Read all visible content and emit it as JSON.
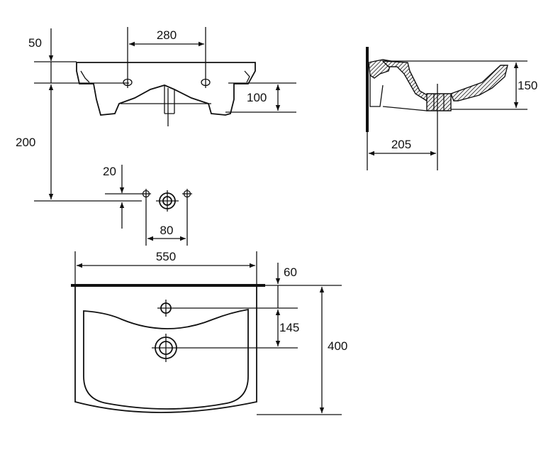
{
  "dimensions": {
    "top_offset": "50",
    "hole_spacing": "280",
    "underside_depth": "100",
    "mount_height": "200",
    "bolt_offset": "20",
    "bolt_spacing": "80",
    "width": "550",
    "rim_to_tap": "60",
    "tap_to_drain": "145",
    "depth": "400",
    "side_height": "150",
    "wall_to_drain": "205"
  }
}
